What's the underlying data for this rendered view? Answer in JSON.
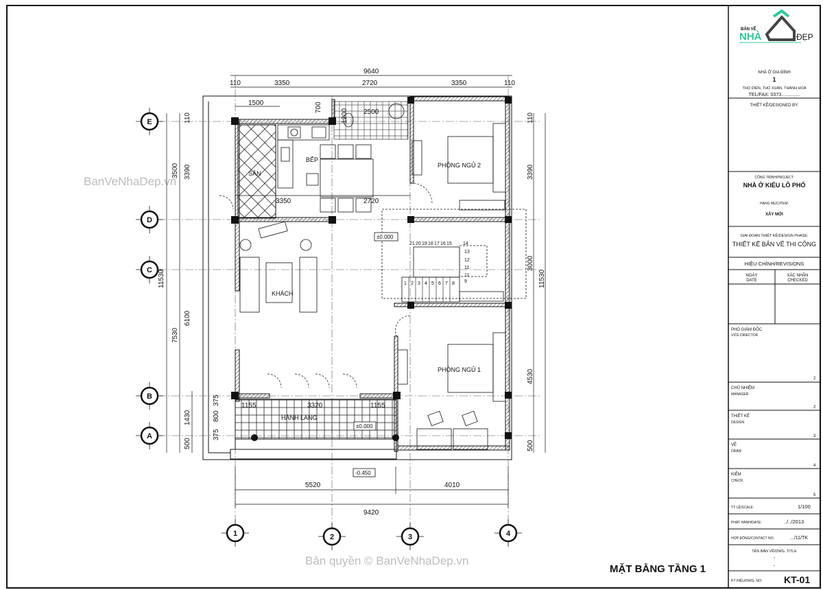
{
  "drawing": {
    "title": "MẶT BẰNG TẦNG 1",
    "watermark_left": "BanVeNhaDep.vn",
    "watermark_bottom": "Bản quyền © BanVeNhaDep.vn",
    "grid_rows": [
      "E",
      "D",
      "C",
      "B",
      "A"
    ],
    "grid_cols": [
      "1",
      "2",
      "3",
      "4"
    ],
    "rooms": {
      "kitchen": "BẾP",
      "yard": "SÂN",
      "bedroom2": "PHÒNG NGỦ 2",
      "living": "KHÁCH",
      "bedroom1": "PHÒNG NGỦ 1",
      "corridor": "HÀNH LANG"
    },
    "levels": {
      "floor": "±0.000",
      "corridor": "±0.000",
      "ground": "-0.450"
    },
    "dims_top": {
      "total": "9640",
      "a": "110",
      "b": "3350",
      "c": "2720",
      "d": "3350",
      "e": "110",
      "inner1": "1500",
      "inner2": "700",
      "wc1": "1200",
      "wc2": "2500",
      "mid1": "3350",
      "mid2": "2720"
    },
    "dims_left": {
      "total": "11530",
      "a": "3500",
      "b": "3390",
      "c": "6100",
      "d": "7530",
      "e": "1430",
      "f": "500",
      "g": "375",
      "h": "800",
      "i": "375",
      "j": "110"
    },
    "dims_right": {
      "a": "110",
      "b": "3390",
      "c": "3000",
      "d": "11530",
      "e": "4530",
      "f": "500"
    },
    "dims_bottom": {
      "a": "5520",
      "b": "4010",
      "total": "9420",
      "c1": "1155",
      "c2": "3320",
      "c3": "1155"
    },
    "stairs_upper": [
      "21",
      "20",
      "19",
      "18",
      "17",
      "16",
      "15",
      "14",
      "13",
      "12",
      "11",
      "11"
    ],
    "stairs_lower": [
      "1",
      "2",
      "3",
      "4",
      "5",
      "6",
      "7",
      "8",
      "9"
    ]
  },
  "title_block": {
    "logo": {
      "line1": "BẢN VẼ",
      "line2": "NHÀ",
      "line3": "ĐẸP",
      "brand_color": "#2ec99a"
    },
    "owner": "NHÀ Ở GIA ĐÌNH",
    "owner_no": "1",
    "address": "THỌ DIÊN, THỌ XUÂN, THANH HOÁ",
    "tel": "TEL/FAX: 0373..............",
    "designed_by": "THIẾT KẾ/DESIGNED BY:",
    "project_label": "CÔNG TRÌNH/PROJECT:",
    "project": "NHÀ Ở KIỂU LÔ PHỐ",
    "item_label": "HẠNG MỤC/ITEM:",
    "item": "XÂY MỚI",
    "phase_label": "GIAI ĐOẠN THIẾT KẾ/DESIGN PHASE:",
    "phase": "THIẾT KẾ BẢN VẼ THI CÔNG",
    "revisions": "HIỆU CHỈNH/REVISIONS",
    "date_col": "NGÀY\nDATE",
    "date_col_vi": "NGÀY",
    "date_col_en": "DATE",
    "checked_vi": "XÁC NHẬN",
    "checked_en": "CHECKED",
    "roles": [
      {
        "vi": "PHÓ GIÁM ĐỐC",
        "en": "VICE DIRECTOR",
        "no": "2"
      },
      {
        "vi": "CHỦ NHIỆM",
        "en": "MANAGER",
        "no": "2"
      },
      {
        "vi": "THIẾT KẾ",
        "en": "DESIGN",
        "no": "3"
      },
      {
        "vi": "VẼ",
        "en": "DRAW",
        "no": "4"
      },
      {
        "vi": "KIỂM",
        "en": "CHECK",
        "no": "5"
      }
    ],
    "scale_label": "TỶ LỆ/SCALE:",
    "scale": "1/100",
    "date_label": "PHÁT HÀNH/DATE:",
    "date": "../../2013",
    "contract_label": "HỢP ĐỒNG/CONTACT NO:",
    "contract": ".../11/TK",
    "dwg_title_label": "TÊN BẢN VẼ/DWG. TITLE",
    "dwg_title_1": "-",
    "dwg_title_2": "-",
    "dwg_no_label": "KÝ HIỆU/DWG. NO:",
    "dwg_no": "KT-01"
  }
}
